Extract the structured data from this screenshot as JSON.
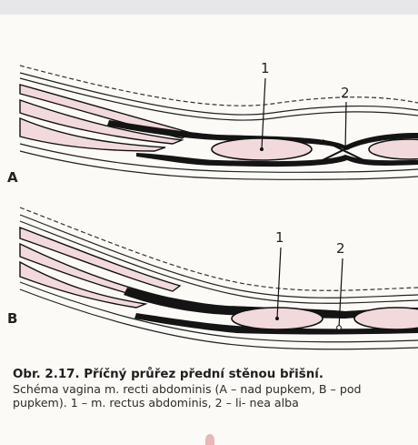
{
  "panels": [
    {
      "letter": "A",
      "callouts": [
        "1",
        "2"
      ]
    },
    {
      "letter": "B",
      "callouts": [
        "1",
        "2"
      ]
    }
  ],
  "caption": {
    "title": "Obr. 2.17. Příčný průřez přední stěnou břišní.",
    "body": "Schéma vagina m. recti abdominis (A – nad pupkem, B – pod pupkem). 1 – m. rectus abdominis, 2 – li- nea alba"
  },
  "colors": {
    "muscle_fill": "#f2d9dc",
    "fascia": "#141414",
    "background": "#fbfaf6",
    "top_bar": "#e7e7ea"
  }
}
